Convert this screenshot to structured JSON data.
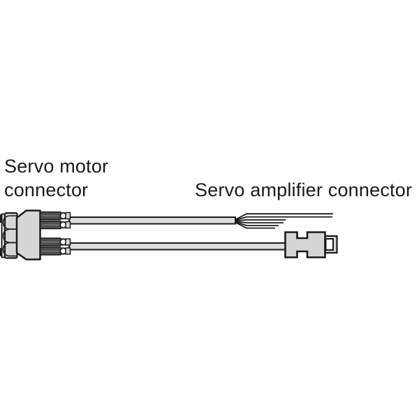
{
  "labels": {
    "servo_motor_line1": "Servo motor",
    "servo_motor_line2": "connector",
    "servo_amplifier": "Servo amplifier connector"
  },
  "components": {
    "motor_connector": "Servo motor connector with rubber boot, housing and four strain-relief bushings",
    "top_cable": "Cable ending in six splayed wire leads",
    "bottom_cable": "Cable ending in servo amplifier connector",
    "amplifier_connector": "Notched amplifier connector body with plug tab"
  },
  "colors": {
    "background": "#ffffff",
    "outline": "#1a1a1a",
    "body_fill": "#d6d6d6",
    "cable_fill": "#dcdcdc",
    "bushing_fill": "#4f4f4f",
    "bushing_line": "#8a8a8a",
    "text": "#1a1a1a",
    "white": "#ffffff"
  }
}
